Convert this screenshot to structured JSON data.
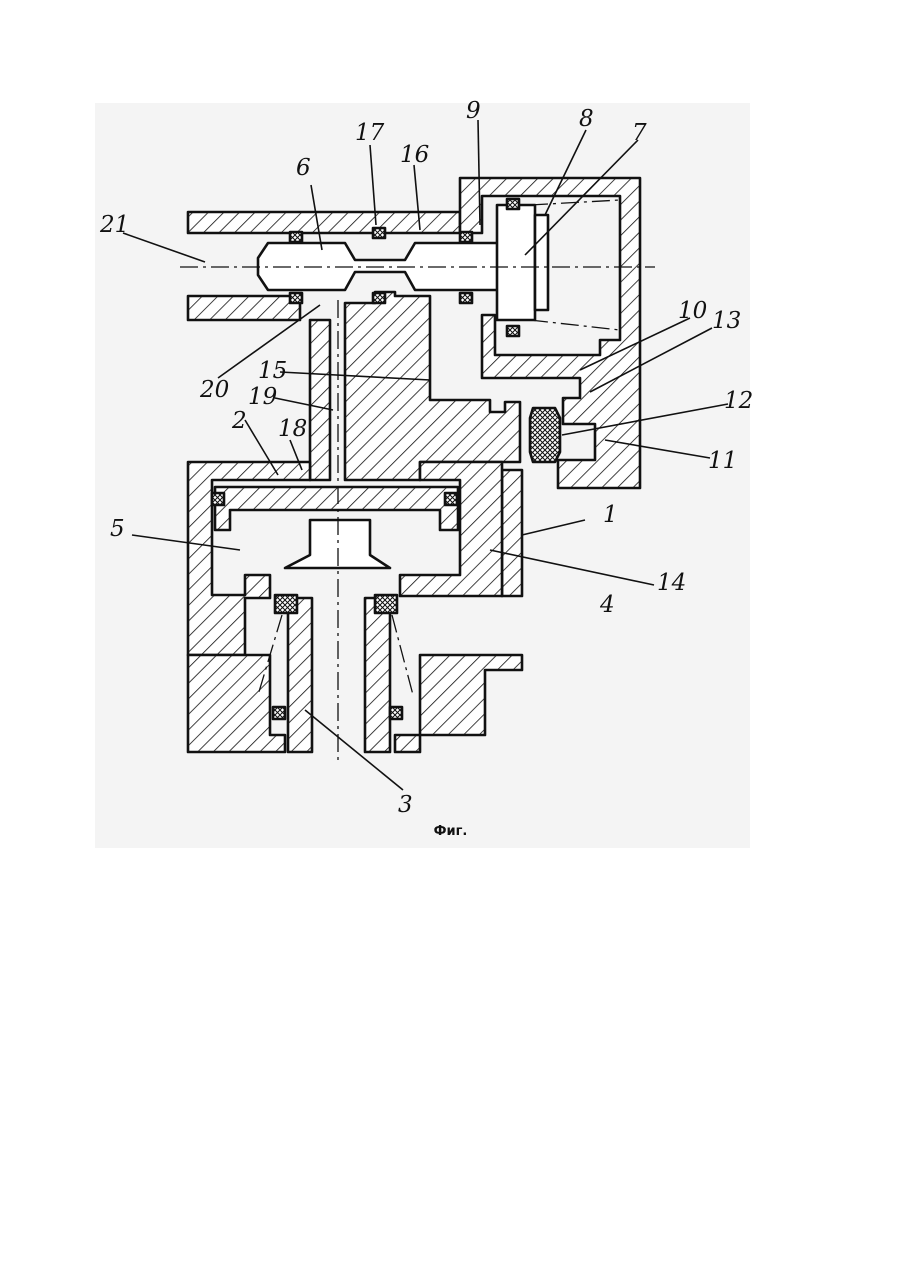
{
  "figure": {
    "caption": "Фиг.",
    "labels": {
      "l1": "1",
      "l2": "2",
      "l3": "3",
      "l4": "4",
      "l5": "5",
      "l6": "6",
      "l7": "7",
      "l8": "8",
      "l9": "9",
      "l10": "10",
      "l11": "11",
      "l12": "12",
      "l13": "13",
      "l14": "14",
      "l15": "15",
      "l16": "16",
      "l17": "17",
      "l18": "18",
      "l19": "19",
      "l20": "20",
      "l21": "21"
    },
    "colors": {
      "ink": "#111111",
      "paper": "#ffffff",
      "panel": "#f4f4f4"
    }
  }
}
